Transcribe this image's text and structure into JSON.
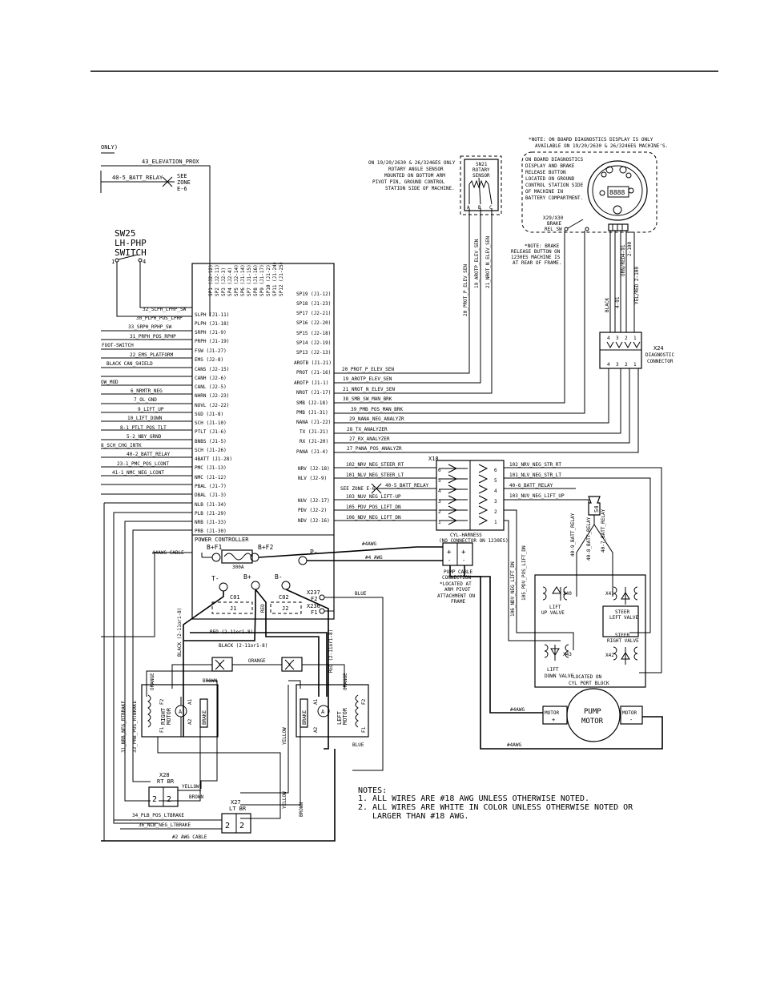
{
  "top_left_fragment": "ONLY)",
  "elevation_prox": "43_ELEVATION_PROX",
  "batt_relay_left": "40-5_BATT_RELAY",
  "see_zone": [
    "SEE",
    "ZONE",
    "E-6"
  ],
  "sw25": [
    "SW25",
    "LH-PHP",
    "SWITCH"
  ],
  "sw25_pins": [
    "1",
    "4"
  ],
  "left_wires": [
    "32_SLPH_LPHP_SW",
    "30_PLPH_POS_LPHP",
    "33_SRPH_RPHP_SW",
    "31_PRPH_POS_RPHP",
    "FOOT-SWITCH",
    "22_EMS_PLATFORM",
    "BLACK CAN_SHIELD",
    "OW_MOD",
    "6_NRMTR_NEG",
    "7_OL_GND",
    "9_LIFT_UP",
    "10_LIFT_DOWN",
    "8-1_PTLT_POS_TLT",
    "5-2_NBY_GRND",
    "8_SCH_CHG_INTK",
    "40-2_BATT_RELAY",
    "23-1_PMC_POS_LCONT",
    "41-1_NMC_NEG_LCONT"
  ],
  "pc_left_pins": [
    "SLPH (J1-11)",
    "PLPH (J1-18)",
    "SRPH (J1-9)",
    "PRPH (J1-19)",
    "FSW (J1-27)",
    "EMS (J2-8)",
    "CANS (J2-15)",
    "CANH (J2-6)",
    "CANL (J2-5)",
    "NHRN (J2-23)",
    "NOVL (J2-22)",
    "SGD (J1-8)",
    "SCH (J1-10)",
    "PTLT (J1-6)",
    "BNBS (J1-5)",
    "SCH (J1-26)",
    "4BATT (J1-28)",
    "PMC (J1-13)",
    "NMC (J1-12)",
    "PBAL (J1-7)",
    "DBAL (J1-3)",
    "NLB (J1-34)",
    "PLB (J1-29)",
    "NRB (J1-33)",
    "PRB (J1-30)"
  ],
  "pc_right_pins": [
    "SP19 (J1-12)",
    "SP18 (J1-23)",
    "SP17 (J2-21)",
    "SP16 (J2-20)",
    "SP15 (J2-18)",
    "SP14 (J2-19)",
    "SP13 (J2-13)",
    "AROTB (J1-21)",
    "PROT (J1-16)",
    "AROTP (J1-1)",
    "NROT (J1-17)",
    "SMB (J2-18)",
    "PMB (J1-31)",
    "NANA (J1-22)",
    "TX (J1-21)",
    "RX (J1-20)",
    "PANA (J1-4)",
    "NRV (J2-18)",
    "NLV (J2-9)",
    "NUV (J2-17)",
    "PDV (J2-2)",
    "NDV (J2-16)"
  ],
  "pc_top_pins": [
    "SP1 (J2-12)",
    "SP2 (J2-11)",
    "SP3 (J2-3)",
    "SP4 (J2-4)",
    "SP5 (J2-14)",
    "SP6 (J1-14)",
    "SP7 (J1-15)",
    "SP8 (J1-16)",
    "SP9 (J1-17)",
    "SP10 (J1-2)",
    "SP11 (J1-24)",
    "SP12 (J1-25)"
  ],
  "power_controller": "POWER CONTROLLER",
  "pc_terminals": [
    "B+F1",
    "B+F2",
    "P-",
    "T-",
    "B+",
    "B-"
  ],
  "fuse_rating": "300A",
  "connectors": [
    "C01",
    "J1",
    "C02",
    "J2"
  ],
  "fuses": [
    "X237",
    "F2",
    "X236",
    "F1"
  ],
  "awg4_cable": "#4AWG CABLE",
  "right_wires": [
    "20_PROT_P_ELEV_SEN",
    "19_AROTP_ELEV_SEN",
    "21_NROT_N_ELEV_SEN",
    "38_SMB_SW_MAN_BRK",
    "39_PMB_POS_MAN_BRK",
    "29_NANA_NEG_ANALYZR",
    "28_TX_ANALYZER",
    "27_RX_ANALYZER",
    "27_PANA_POS_ANALYZR"
  ],
  "valve_wires_left": [
    "102_NRV_NEG_STEER_RT",
    "101_NLV_NEG_STEER_LT",
    "40-5_BATT_RELAY",
    "103_NUV_NEG_LIFT-UP",
    "105_PDV_POS_LIFT_DN",
    "106_NDV_NEG_LIFT_DN"
  ],
  "valve_wires_right": [
    "102_NRV_NEG_STR_RT",
    "101_NLV_NEG_STR_LT",
    "40-6_BATT_RELAY",
    "103_NUV_NEG_LIFT_UP"
  ],
  "see_zone_e6": "SEE ZONE E-6",
  "x18": "X18",
  "x18_pins": [
    "6",
    "5",
    "4",
    "3",
    "2",
    "1"
  ],
  "cyl_harness": [
    "CYL-HARNESS",
    "(NO CONNECTOR ON 1230ES)"
  ],
  "awg_labels": [
    "#4AWG",
    "#4 AWG"
  ],
  "pump_cable": [
    "PUMP CABLE",
    "CONNECTION",
    "*LOCATED AT",
    "ARM PIVOT",
    "ATTACHMENT ON",
    "FRAME"
  ],
  "sn21_note": [
    "ON 19/20/2630 & 26/3246ES ONLY",
    "ROTARY ANGLE SENSOR",
    "MOUNTED ON BOTTOM ARM",
    "PIVOT PIN, GROUND CONTROL",
    "STATION SIDE OF MACHINE."
  ],
  "sn21": [
    "SN21",
    "ROTARY",
    "SENSOR"
  ],
  "sn21_pins": [
    "A",
    "B",
    "C"
  ],
  "sensor_wires": [
    "20_PROT_P_ELEV_SEN",
    "19_AROTP_ELEV_SEN",
    "21_NROT_N_ELEV_SEN"
  ],
  "diag_note": [
    "*NOTE: ON BOARD DIAGNOSTICS DISPLAY IS ONLY",
    "AVAILABLE ON 19/20/2630 & 26/3246ES MACHINE'S."
  ],
  "diag_box": [
    "ON BOARD DIAGNOSTICS",
    "DISPLAY AND BRAKE",
    "RELEASE BUTTON",
    "LOCATED ON GROUND",
    "CONTROL STATION SIDE",
    "OF MACHINE IN",
    "BATTERY COMPARTMENT."
  ],
  "brake_sw": [
    "X29/X30",
    "BRAKE",
    "REL SW"
  ],
  "brake_note": [
    "*NOTE: BRAKE",
    "RELEASE BUTTON ON",
    "1230ES MACHINE IS",
    "AT REAR OF FRAME."
  ],
  "diag_wires": [
    "BLACK",
    "4-91",
    "ORN/RED",
    "YEL/RED 2-100"
  ],
  "diag_wire_extra": [
    "4-91",
    "2-100"
  ],
  "x24": [
    "X24",
    "DIAGNOSTIC",
    "CONNECTOR"
  ],
  "x24_pins": [
    "4",
    "3",
    "2",
    "1"
  ],
  "x40_wires": [
    "40-9_BATT_RELAY",
    "40-8_BATT_RELAY",
    "40-7_BATT_RELAY"
  ],
  "s4": "S4",
  "dn_wires": [
    "105_PDV_POS_LIFT_DN",
    "106_NDV_NEG_LIFT_DN"
  ],
  "valves": {
    "x40": [
      "X40",
      "LIFT",
      "UP VALVE"
    ],
    "x41": [
      "X41",
      "STEER",
      "LEFT VALVE"
    ],
    "x42": [
      "X42",
      "STEER",
      "RIGHT VALVE"
    ],
    "x43": [
      "X43",
      "LIFT",
      "DOWN VALVE"
    ]
  },
  "valve_block": [
    "LOCATED ON",
    "CYL PORT BLOCK"
  ],
  "pump_motor": [
    "PUMP",
    "MOTOR"
  ],
  "motor_terms": [
    "MOTOR",
    "+",
    "MOTOR",
    "-"
  ],
  "pump_awg": [
    "#4AWG",
    "#4AWG"
  ],
  "colors": [
    "BLUE",
    "RED",
    "ORANGE",
    "BROWN",
    "YELLOW",
    "BLUE",
    "BROWN",
    "YELLOW",
    "BLACK (2-11or1-8)",
    "RED (2-11or1-8)",
    "BLACK (2-11or1-8)",
    "RED (2-11or1-8)"
  ],
  "right_motor": [
    "RIGHT",
    "MOTOR",
    "F2",
    "A1",
    "A2",
    "F1",
    "BRAKE"
  ],
  "left_motor": [
    "LEFT",
    "MOTOR",
    "A1",
    "A2",
    "F2",
    "F1",
    "BRAKE"
  ],
  "brake_wires": [
    "31_NRB_NEG_RTBRAKE",
    "33_PRB_POS_RTBRAKE"
  ],
  "x28": [
    "X28",
    "RT BR"
  ],
  "x27": [
    "X27",
    "LT BR"
  ],
  "lt_brake_wires": [
    "34_PLB_POS_LTBRAKE",
    "36_NLB_NEG_LTBRAKE"
  ],
  "awg2_cable": "#2 AWG CABLE",
  "notes": [
    "NOTES:",
    "1. ALL WIRES ARE #18 AWG UNLESS OTHERWISE NOTED.",
    "2. ALL WIRES ARE WHITE IN COLOR UNLESS OTHERWISE NOTED OR",
    "LARGER THAN #18 AWG."
  ]
}
